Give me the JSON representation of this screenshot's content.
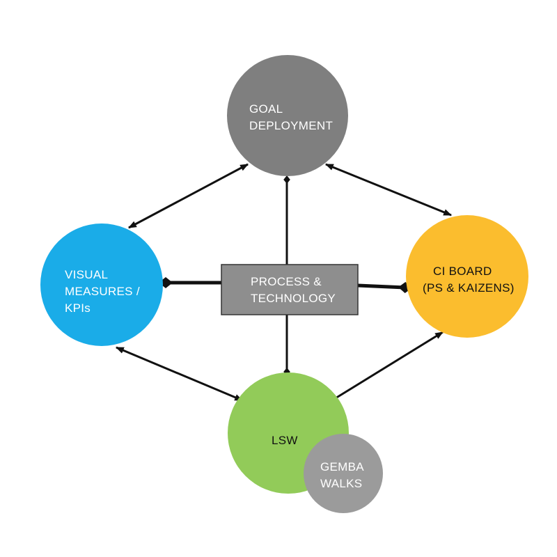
{
  "nodes": {
    "goal_deployment": {
      "lines": [
        "GOAL",
        "DEPLOYMENT"
      ],
      "color": "#7f7f7f"
    },
    "visual_measures": {
      "lines": [
        "VISUAL",
        "MEASURES /",
        "KPIs"
      ],
      "color": "#1aace8"
    },
    "ci_board": {
      "lines": [
        "CI BOARD",
        "(PS & KAIZENS)"
      ],
      "color": "#fbbd2e"
    },
    "lsw": {
      "lines": [
        "LSW"
      ],
      "color": "#92cb59"
    },
    "gemba_walks": {
      "lines": [
        "GEMBA",
        "WALKS"
      ],
      "color": "#9b9b9b"
    },
    "process_technology": {
      "lines": [
        "PROCESS &",
        "TECHNOLOGY"
      ],
      "color": "#8e8e8e"
    }
  },
  "colors": {
    "connector": "#111111",
    "box_border": "#333333"
  }
}
